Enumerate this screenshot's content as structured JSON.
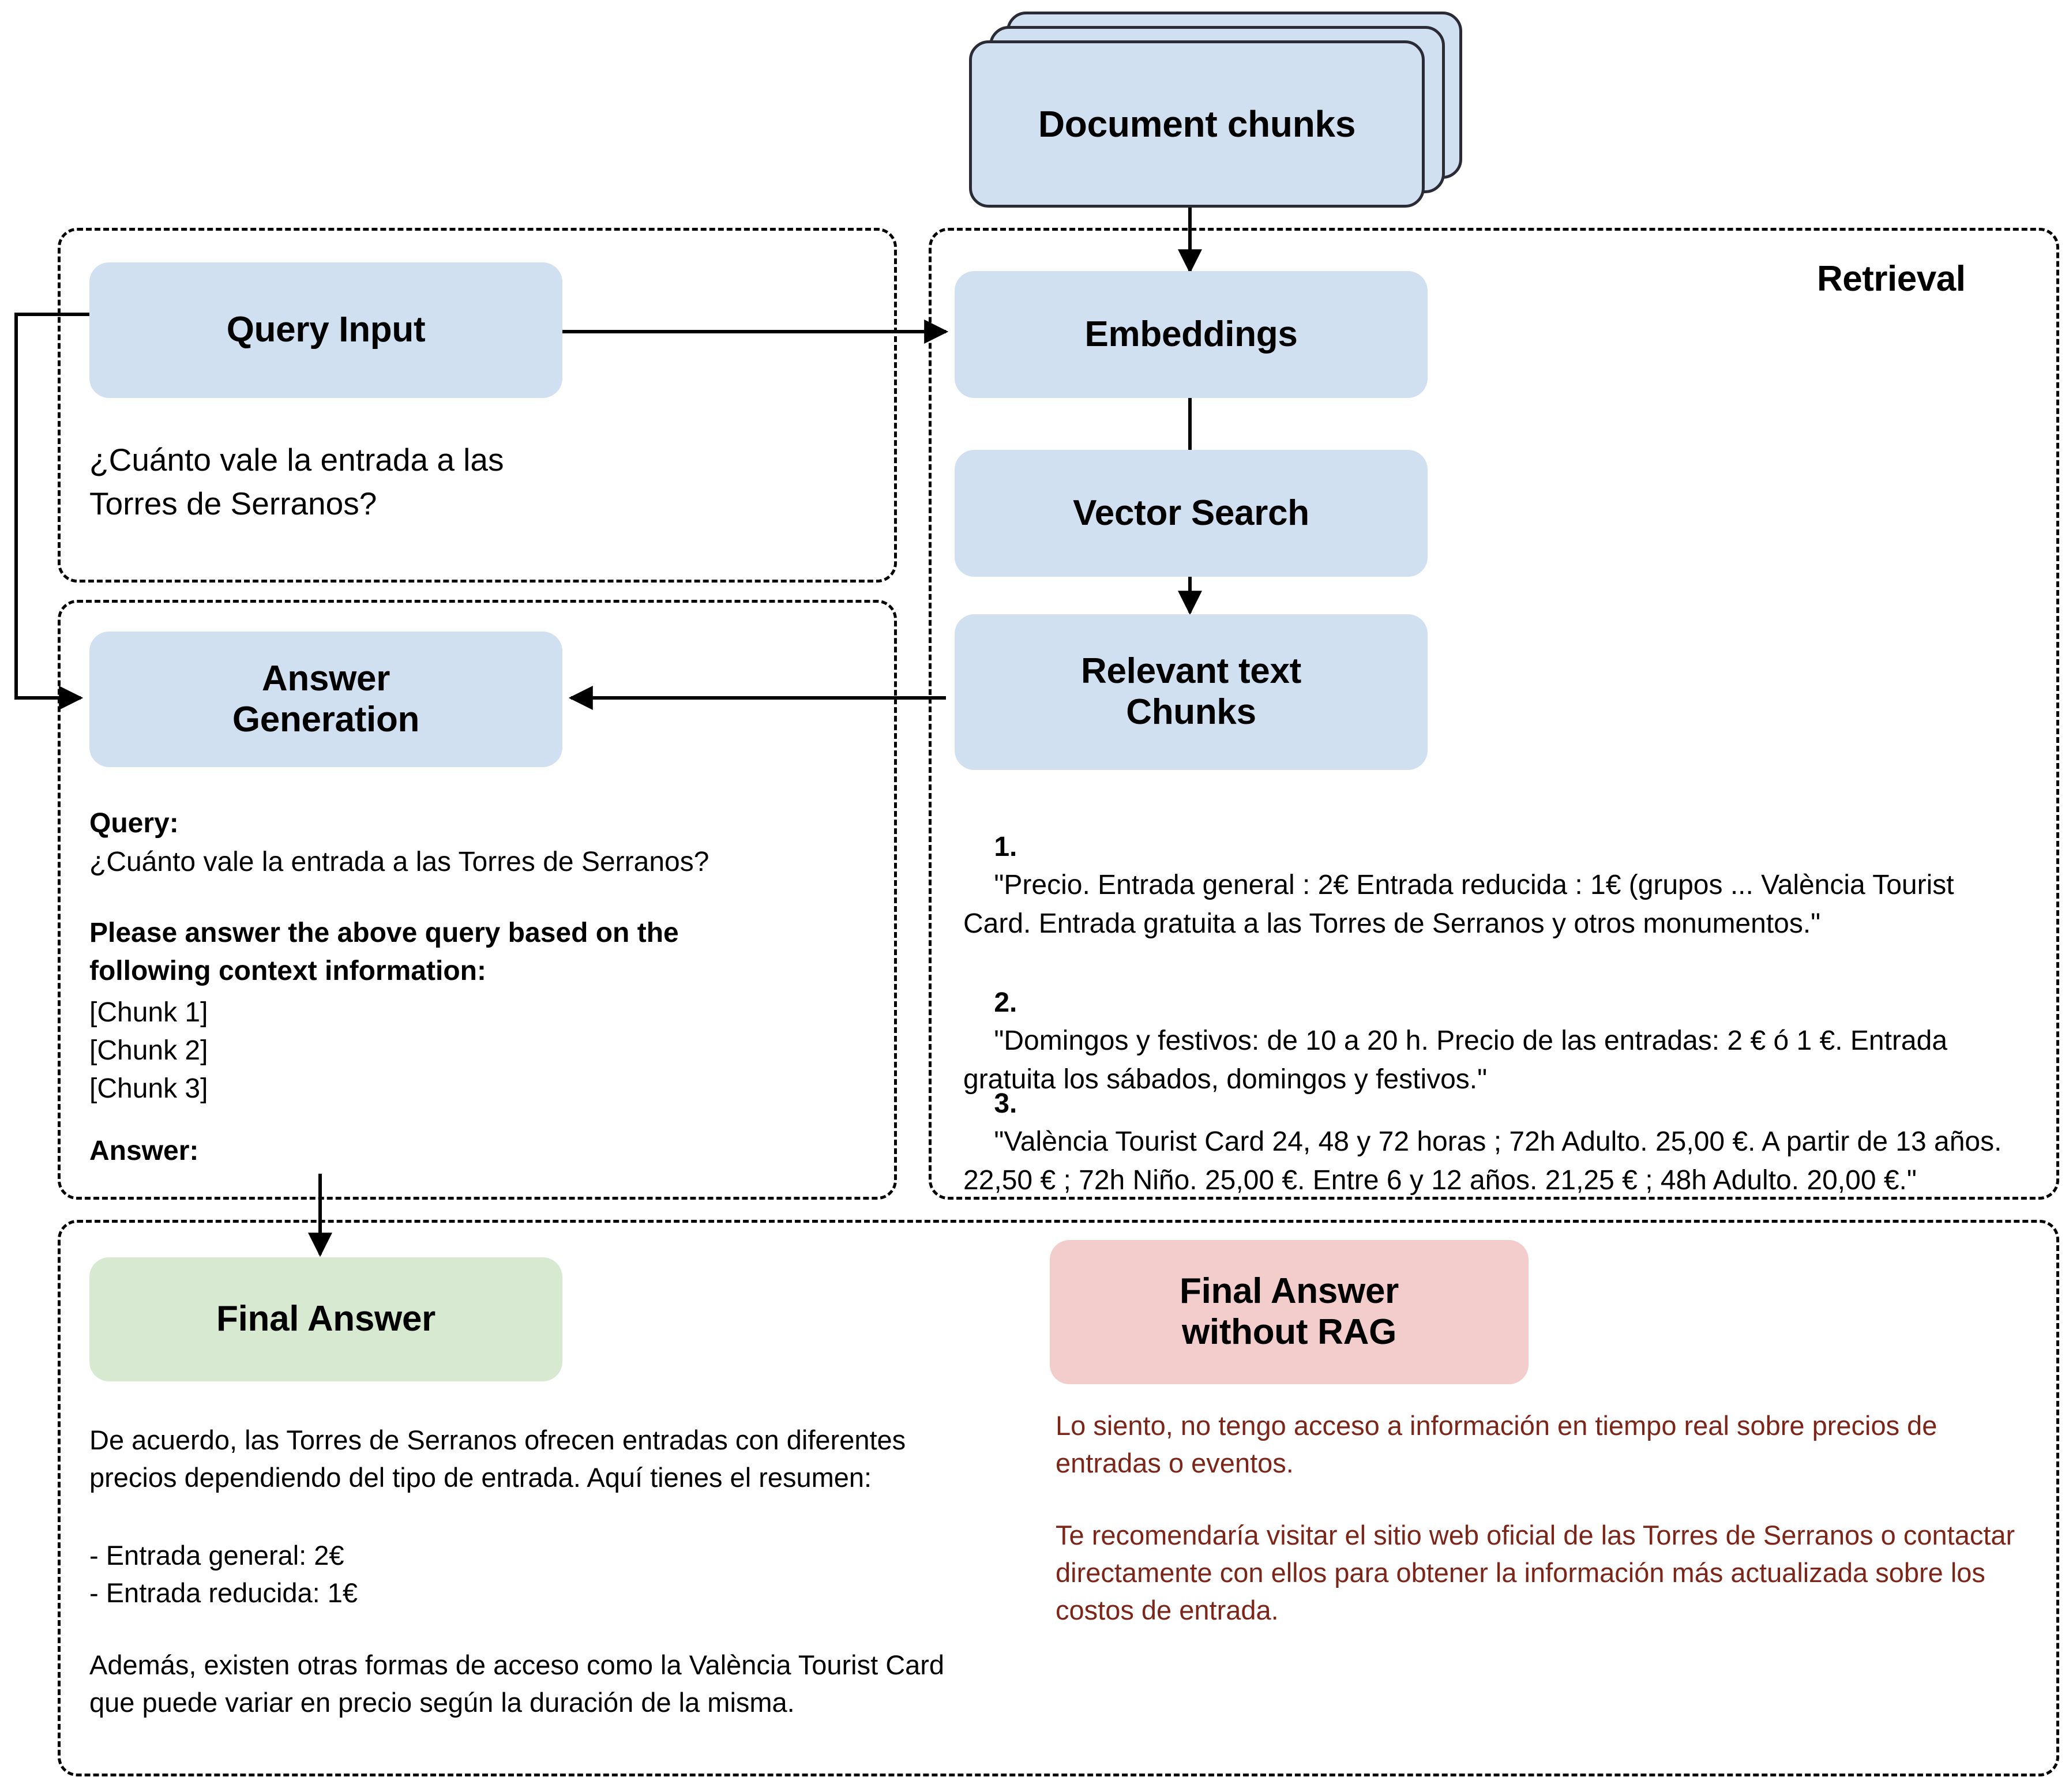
{
  "diagram": {
    "title_label": "Retrieval",
    "colors": {
      "node_blue": "#d1e0f0",
      "node_green": "#d8e9d1",
      "node_pink": "#f3cdcb",
      "no_rag_text": "#7d2518",
      "stroke": "#000000"
    }
  },
  "nodes": {
    "document_chunks": "Document chunks",
    "query_input": "Query Input",
    "embeddings": "Embeddings",
    "vector_search": "Vector Search",
    "relevant_chunks": "Relevant text\nChunks",
    "answer_generation": "Answer\nGeneration",
    "final_answer": "Final Answer",
    "final_answer_no_rag": "Final Answer\nwithout RAG"
  },
  "query_panel": {
    "question": "¿Cuánto vale la entrada a las\nTorres de Serranos?"
  },
  "prompt_panel": {
    "query_label": "Query:",
    "query_text": "¿Cuánto vale la entrada a las Torres de Serranos?",
    "instruction": "Please answer the above query based on the\nfollowing context information:",
    "chunks": [
      "[Chunk 1]",
      "[Chunk 2]",
      "[Chunk 3]"
    ],
    "answer_label": "Answer:"
  },
  "retrieved_chunks": [
    {
      "number": "1.",
      "text": "\"Precio. Entrada general : 2€ Entrada reducida : 1€ (grupos ... València Tourist Card. Entrada gratuita a las Torres de Serranos y otros monumentos.\""
    },
    {
      "number": "2.",
      "text": "\"Domingos y festivos: de 10 a 20 h. Precio de las entradas: 2 € ó 1 €. Entrada gratuita los sábados, domingos y festivos.\""
    },
    {
      "number": "3.",
      "text": "\"València Tourist Card 24, 48 y 72 horas ; 72h Adulto. 25,00 €. A partir de 13 años. 22,50 € ; 72h Niño. 25,00 €. Entre 6 y 12 años. 21,25 € ; 48h Adulto. 20,00 €.\""
    }
  ],
  "final_answer_text": {
    "paragraph1": "De acuerdo, las Torres de Serranos ofrecen entradas con diferentes precios dependiendo del tipo de entrada. Aquí tienes el resumen:",
    "bullets": [
      "- Entrada general: 2€",
      "- Entrada reducida: 1€"
    ],
    "paragraph2": "Además, existen otras formas de acceso como la València Tourist Card que puede variar en precio según la duración de la misma."
  },
  "no_rag_answer_text": {
    "paragraph1": "Lo siento, no tengo acceso a información en tiempo real sobre precios de entradas o eventos.",
    "paragraph2": "Te recomendaría visitar el sitio web oficial de las Torres de Serranos o contactar directamente con ellos para obtener la información más actualizada sobre los costos de entrada."
  }
}
